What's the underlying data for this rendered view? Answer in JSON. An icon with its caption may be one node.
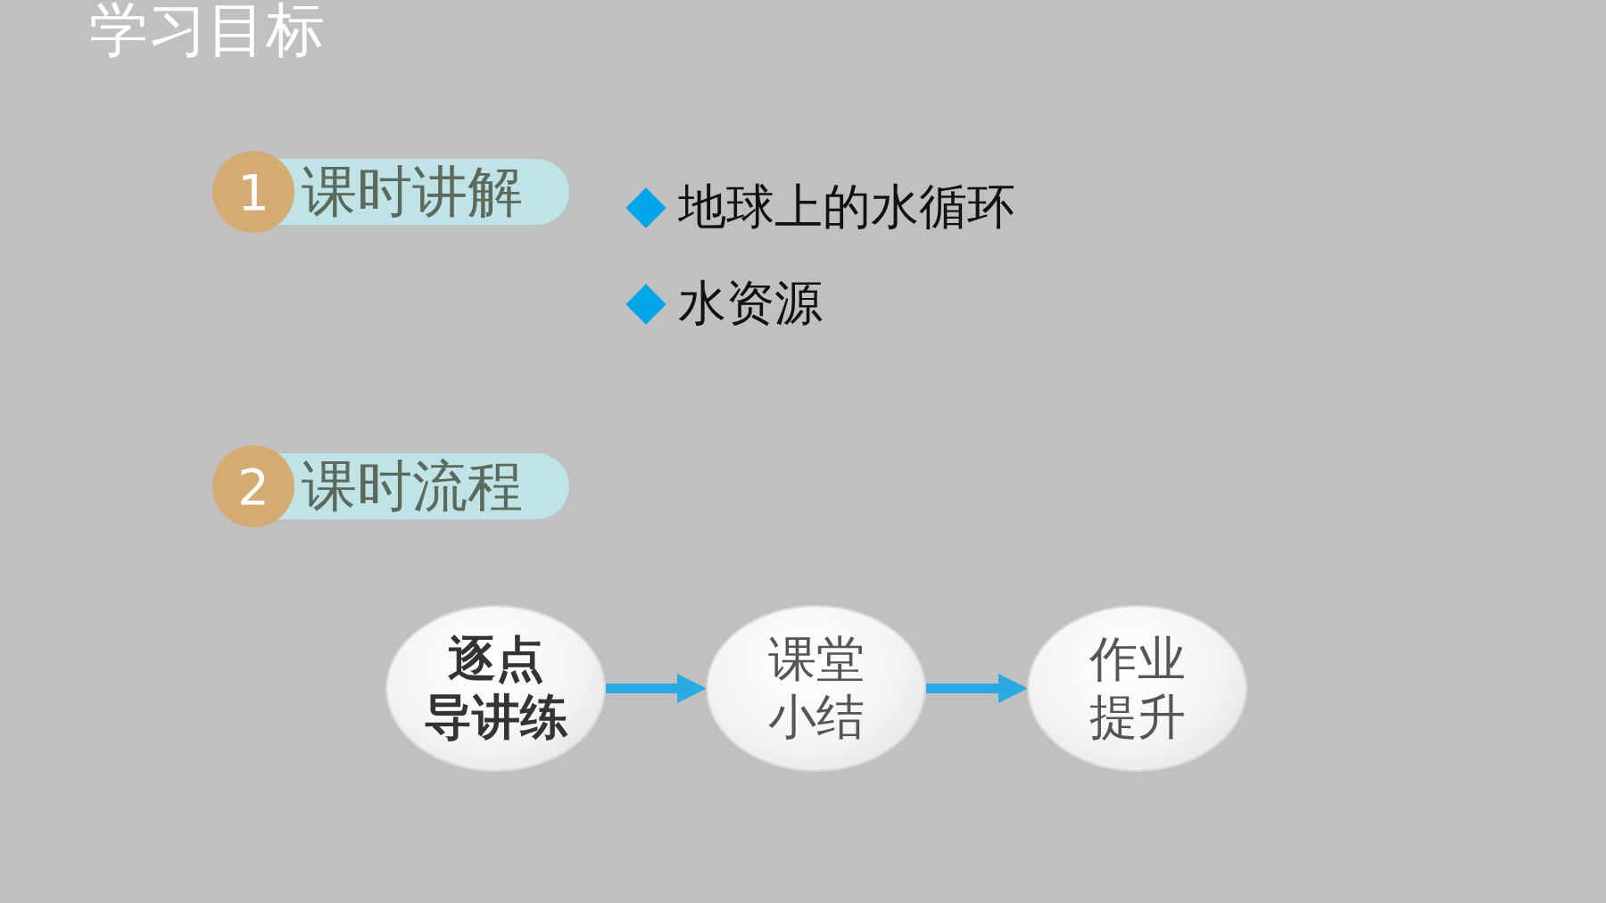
{
  "diagram": {
    "title": "学习目标",
    "nodes": [
      {
        "text": [
          "1",
          "课时讲解"
        ]
      },
      {
        "text": [
          "2",
          "课时流程"
        ]
      },
      {
        "text": [
          "逐点导讲练"
        ]
      },
      {
        "text": [
          "课堂小结"
        ]
      },
      {
        "text": [
          "作业提升"
        ]
      }
    ],
    "edges": [
      {
        "from": 2,
        "to": 3,
        "arrow": "to"
      },
      {
        "from": 3,
        "to": 4,
        "arrow": "to"
      }
    ],
    "labels": [
      "地球上的水循环",
      "水资源"
    ]
  }
}
